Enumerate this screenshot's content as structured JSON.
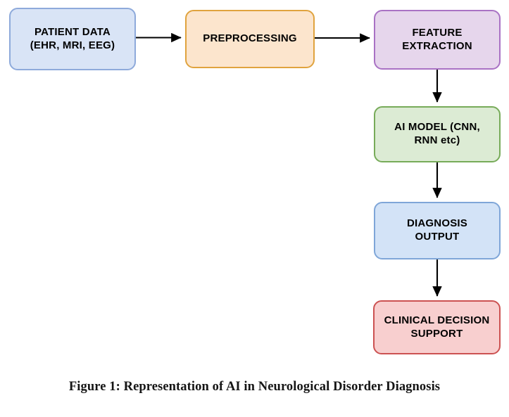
{
  "figure": {
    "caption": "Figure 1: Representation of AI in Neurological Disorder Diagnosis"
  },
  "diagram": {
    "type": "flowchart",
    "orientation": "left-to-right then top-to-bottom",
    "nodes": [
      {
        "id": "patient-data",
        "label": "PATIENT DATA\n(EHR, MRI, EEG)",
        "fill": "#d9e4f6",
        "border": "#8eaadb",
        "shape": "rounded-rectangle"
      },
      {
        "id": "preprocessing",
        "label": "PREPROCESSING",
        "fill": "#fce5cd",
        "border": "#e0a33e",
        "shape": "rounded-rectangle"
      },
      {
        "id": "feature-extraction",
        "label": "FEATURE\nEXTRACTION",
        "fill": "#e6d6ec",
        "border": "#a972c4",
        "shape": "rounded-rectangle"
      },
      {
        "id": "ai-model",
        "label": "AI MODEL (CNN,\nRNN etc)",
        "fill": "#dcebd4",
        "border": "#77ab59",
        "shape": "rounded-rectangle"
      },
      {
        "id": "diagnosis-output",
        "label": "DIAGNOSIS\nOUTPUT",
        "fill": "#d3e3f7",
        "border": "#7fa6d8",
        "shape": "rounded-rectangle"
      },
      {
        "id": "clinical-decision",
        "label": "CLINICAL DECISION\nSUPPORT",
        "fill": "#f8cfcf",
        "border": "#cc5252",
        "shape": "rounded-rectangle"
      }
    ],
    "edges": [
      {
        "id": "edge-1",
        "from": "patient-data",
        "to": "preprocessing",
        "direction": "right",
        "color": "#000000"
      },
      {
        "id": "edge-2",
        "from": "preprocessing",
        "to": "feature-extraction",
        "direction": "right",
        "color": "#000000"
      },
      {
        "id": "edge-3",
        "from": "feature-extraction",
        "to": "ai-model",
        "direction": "down",
        "color": "#000000"
      },
      {
        "id": "edge-4",
        "from": "ai-model",
        "to": "diagnosis-output",
        "direction": "down",
        "color": "#000000"
      },
      {
        "id": "edge-5",
        "from": "diagnosis-output",
        "to": "clinical-decision",
        "direction": "down",
        "color": "#000000"
      }
    ]
  }
}
